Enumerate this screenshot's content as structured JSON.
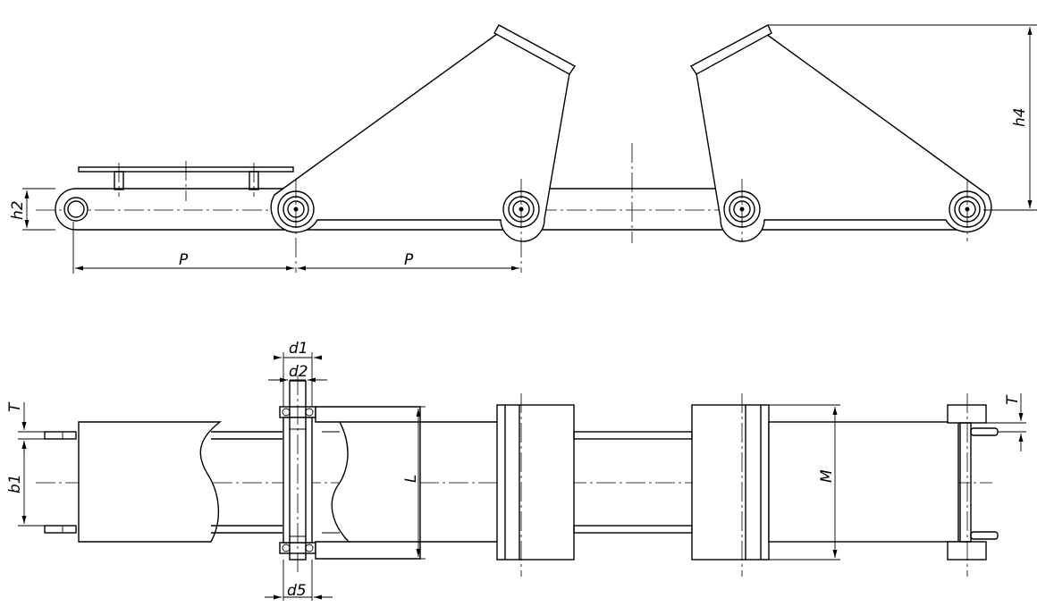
{
  "labels": {
    "pitch_1": "P",
    "pitch_2": "P",
    "link_height": "h2",
    "attachment_height": "h4",
    "pin_diameter": "d1",
    "bush_diameter": "d2",
    "roller_diameter": "d5",
    "inner_width": "b1",
    "plate_thickness_left": "T",
    "plate_thickness_right": "T",
    "length_L": "L",
    "length_M": "M"
  },
  "colors": {
    "line": "#000000",
    "background": "#ffffff"
  }
}
